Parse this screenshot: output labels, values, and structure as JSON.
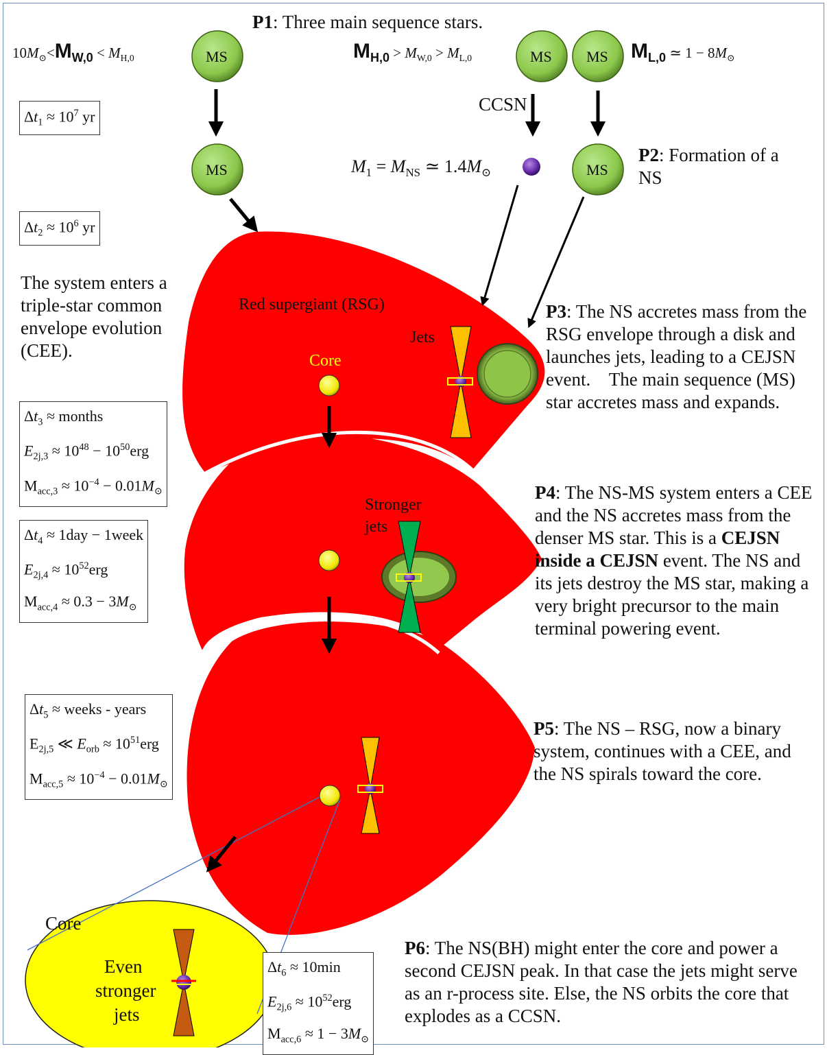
{
  "p1": {
    "label": "P1",
    "text": ": Three main sequence stars."
  },
  "p2": {
    "label": "P2",
    "text": ": Formation of a NS"
  },
  "p3": {
    "label": "P3",
    "text": ": The NS accretes mass from the RSG envelope through a disk and launches jets, leading to a CEJSN event.    The main sequence (MS) star accretes mass and expands."
  },
  "p4": {
    "label": "P4",
    "text_a": ": The NS-MS system enters a CEE and the NS accretes mass from the denser MS star. This is a ",
    "bold": "CEJSN inside a CEJSN",
    "text_b": " event. The NS and its jets destroy the MS star, making a very bright precursor to the main terminal powering event."
  },
  "p5": {
    "label": "P5",
    "text": ": The NS – RSG, now a binary system, continues with a CEE, and the NS spirals toward the core."
  },
  "p6": {
    "label": "P6",
    "text": ": The NS(BH) might enter the core and power a second CEJSN peak. In that case the jets might serve as an r-process site. Else, the NS orbits the core that explodes as a CCSN."
  },
  "cee_text": "The system enters a triple-star common envelope evolution (CEE).",
  "labels": {
    "ms": "MS",
    "ccsn": "CCSN",
    "rsg": "Red supergiant (RSG)",
    "core": "Core",
    "jets": "Jets",
    "stronger_jets_1": "Stronger",
    "stronger_jets_2": "jets",
    "core2": "Core",
    "even_1": "Even",
    "even_2": "stronger",
    "even_3": "jets"
  },
  "masses": {
    "w_prefix": "10",
    "w_big": "M",
    "w_sub": "W,0",
    "w_rel": "<",
    "h_big": "M",
    "h_sub": "H,0",
    "l_big": "M",
    "l_sub": "L,0",
    "l_range": "≃ 1 − 8",
    "ns_mass": "1.4"
  },
  "dt1": {
    "value": "10",
    "exp": "7",
    "unit": "yr"
  },
  "dt2": {
    "value": "10",
    "exp": "6",
    "unit": "yr"
  },
  "box3": {
    "dt": "months",
    "e_base": "10",
    "e_exp1": "48",
    "e_exp2": "50",
    "e_unit": "erg",
    "m_exp": "−4",
    "m_hi": "0.01"
  },
  "box4": {
    "dt": "1day − 1week",
    "e_base": "10",
    "e_exp": "52",
    "e_unit": "erg",
    "m_range": "0.3 − 3"
  },
  "box5": {
    "dt": "weeks - years",
    "e_base": "10",
    "e_exp": "51",
    "e_unit": "erg",
    "m_exp": "−4",
    "m_hi": "0.01"
  },
  "box6": {
    "dt": "10min",
    "e_base": "10",
    "e_exp": "52",
    "e_unit": "erg",
    "m_range": "1 − 3"
  },
  "colors": {
    "rsg": "#ff0000",
    "ms": "#92d050",
    "core": "#ffff00",
    "jet_orange": "#ffc000",
    "jet_green": "#00b050",
    "jet_brown": "#c55a11",
    "ns": "#7030a0"
  }
}
